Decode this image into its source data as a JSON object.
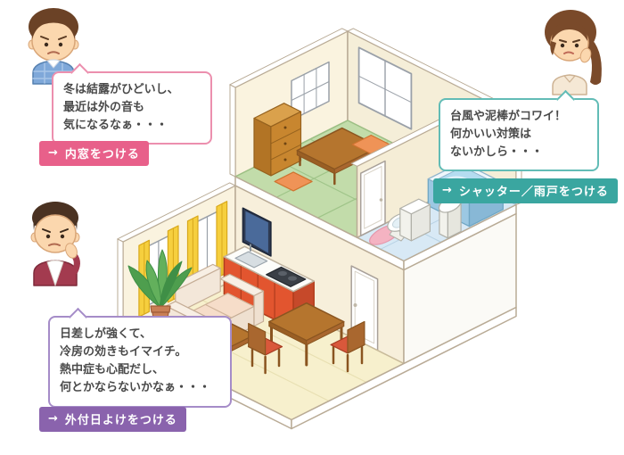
{
  "palette": {
    "inner_window_accent": "#e8608a",
    "shutter_accent": "#3aa6a0",
    "awning_accent": "#8a63ad"
  },
  "callouts": [
    {
      "speaker": "young-man",
      "lines": [
        "冬は結露がひどいし、",
        "最近は外の音も",
        "気になるなぁ・・・"
      ],
      "action": {
        "arrow": "→",
        "label": "内窓をつける"
      }
    },
    {
      "speaker": "woman",
      "lines": [
        "台風や泥棒がコワイ！",
        "何かいい対策は",
        "ないかしら・・・"
      ],
      "action": {
        "arrow": "→",
        "label": "シャッター／雨戸をつける"
      }
    },
    {
      "speaker": "middle-aged-man",
      "lines": [
        "日差しが強くて、",
        "冷房の効きもイマイチ。",
        "熱中症も心配だし、",
        "何とかならないかなぁ・・・"
      ],
      "action": {
        "arrow": "→",
        "label": "外付日よけをつける"
      }
    }
  ]
}
